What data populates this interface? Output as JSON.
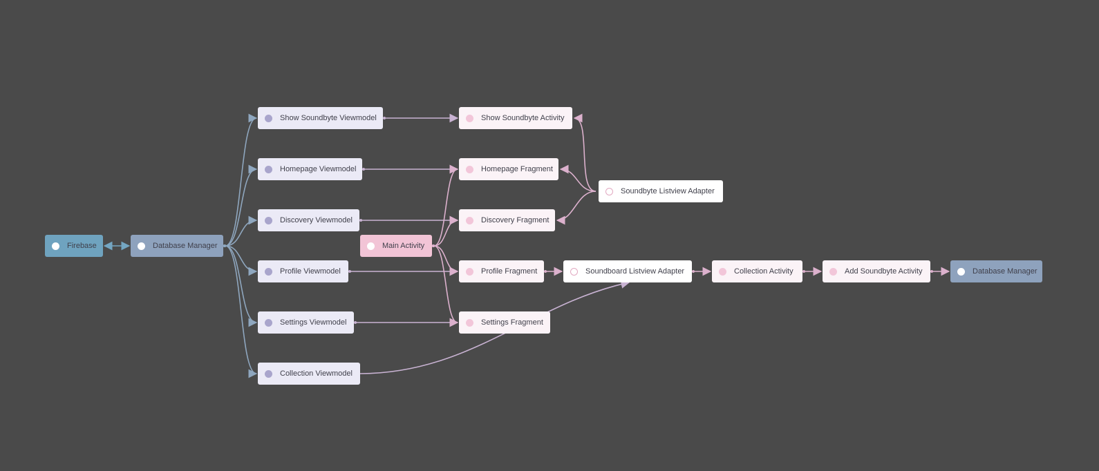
{
  "colors": {
    "background": "#4a4a4a",
    "data_edge": "#8fa7bf",
    "ui_edge": "#c9b3d3",
    "firebase_edge": "#74a6c2"
  },
  "nodes": {
    "firebase": "Firebase",
    "database_manager": "Database Manager",
    "show_soundbyte_viewmodel": "Show Soundbyte Viewmodel",
    "homepage_viewmodel": "Homepage Viewmodel",
    "discovery_viewmodel": "Discovery Viewmodel",
    "profile_viewmodel": "Profile Viewmodel",
    "settings_viewmodel": "Settings Viewmodel",
    "collection_viewmodel": "Collection Viewmodel",
    "show_soundbyte_activity": "Show Soundbyte Activity",
    "homepage_fragment": "Homepage Fragment",
    "discovery_fragment": "Discovery Fragment",
    "main_activity": "Main Activity",
    "profile_fragment": "Profile Fragment",
    "settings_fragment": "Settings Fragment",
    "soundbyte_listview_adapter": "Soundbyte Listview Adapter",
    "soundboard_listview_adapter": "Soundboard Listview Adapter",
    "collection_activity": "Collection Activity",
    "add_soundbyte_activity": "Add Soundbyte Activity",
    "database_manager_2": "Database Manager"
  },
  "edges": [
    {
      "from": "firebase",
      "to": "database_manager",
      "bidirectional": true
    },
    {
      "from": "database_manager",
      "to": "show_soundbyte_viewmodel"
    },
    {
      "from": "database_manager",
      "to": "homepage_viewmodel"
    },
    {
      "from": "database_manager",
      "to": "discovery_viewmodel"
    },
    {
      "from": "database_manager",
      "to": "profile_viewmodel"
    },
    {
      "from": "database_manager",
      "to": "settings_viewmodel"
    },
    {
      "from": "database_manager",
      "to": "collection_viewmodel"
    },
    {
      "from": "show_soundbyte_viewmodel",
      "to": "show_soundbyte_activity"
    },
    {
      "from": "homepage_viewmodel",
      "to": "homepage_fragment"
    },
    {
      "from": "discovery_viewmodel",
      "to": "discovery_fragment"
    },
    {
      "from": "profile_viewmodel",
      "to": "profile_fragment"
    },
    {
      "from": "settings_viewmodel",
      "to": "settings_fragment"
    },
    {
      "from": "main_activity",
      "to": "homepage_fragment"
    },
    {
      "from": "main_activity",
      "to": "discovery_fragment"
    },
    {
      "from": "main_activity",
      "to": "profile_fragment"
    },
    {
      "from": "main_activity",
      "to": "settings_fragment"
    },
    {
      "from": "soundbyte_listview_adapter",
      "to": "show_soundbyte_activity"
    },
    {
      "from": "soundbyte_listview_adapter",
      "to": "homepage_fragment"
    },
    {
      "from": "soundbyte_listview_adapter",
      "to": "discovery_fragment"
    },
    {
      "from": "profile_fragment",
      "to": "soundboard_listview_adapter"
    },
    {
      "from": "collection_viewmodel",
      "to": "soundboard_listview_adapter"
    },
    {
      "from": "soundboard_listview_adapter",
      "to": "collection_activity"
    },
    {
      "from": "collection_activity",
      "to": "add_soundbyte_activity"
    },
    {
      "from": "add_soundbyte_activity",
      "to": "database_manager_2"
    }
  ]
}
